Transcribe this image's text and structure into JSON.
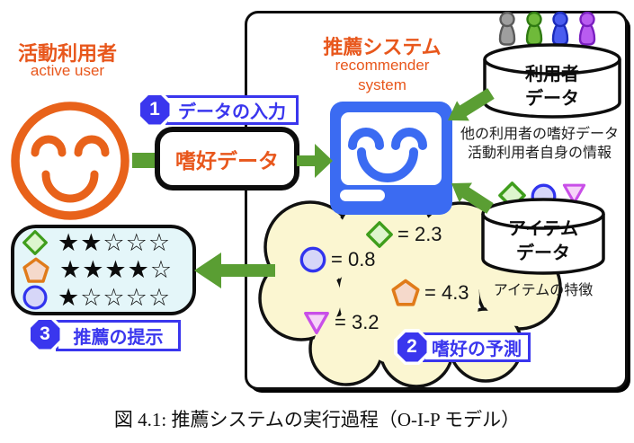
{
  "figure": {
    "caption": "図 4.1: 推薦システムの実行過程（O-I-P モデル）"
  },
  "active_user": {
    "title": "活動利用者",
    "subtitle": "active user"
  },
  "recommender": {
    "title": "推薦システム",
    "subtitle1": "recommender",
    "subtitle2": "system"
  },
  "steps": {
    "step1": {
      "num": "1",
      "label": "データの入力"
    },
    "step2": {
      "num": "2",
      "label": "嗜好の予測"
    },
    "step3": {
      "num": "3",
      "label": "推薦の提示"
    }
  },
  "preference_box": {
    "label": "嗜好データ"
  },
  "user_db": {
    "line1": "利用者",
    "line2": "データ",
    "note1": "他の利用者の嗜好データ",
    "note2": "活動利用者自身の情報"
  },
  "item_db": {
    "line1": "アイテム",
    "line2": "データ",
    "note": "アイテムの特徴"
  },
  "predictions": {
    "items": [
      {
        "shape": "diamond",
        "value": 2.3,
        "label": "= 2.3"
      },
      {
        "shape": "circle",
        "value": 0.8,
        "label": "= 0.8"
      },
      {
        "shape": "pentagon",
        "value": 4.3,
        "label": "= 4.3"
      },
      {
        "shape": "triangle",
        "value": 3.2,
        "label": "= 3.2"
      }
    ]
  },
  "recommendations": {
    "rows": [
      {
        "shape": "diamond",
        "rating": 2,
        "stars": "★★☆☆☆"
      },
      {
        "shape": "pentagon",
        "rating": 4,
        "stars": "★★★★☆"
      },
      {
        "shape": "circle",
        "rating": 1,
        "stars": "★☆☆☆☆"
      }
    ]
  },
  "colors": {
    "accent_orange": "#e8571c",
    "accent_blue": "#3a36ee",
    "computer_blue": "#3b6bf2",
    "arrow_green": "#5a9e33",
    "cloud_fill": "#fbf6d1",
    "recommend_box_fill": "#e4f6f9",
    "diamond_stroke": "#3f9e1c",
    "circle_stroke": "#3134ee",
    "pentagon_stroke": "#e07b1a",
    "triangle_stroke": "#c94fe8"
  }
}
